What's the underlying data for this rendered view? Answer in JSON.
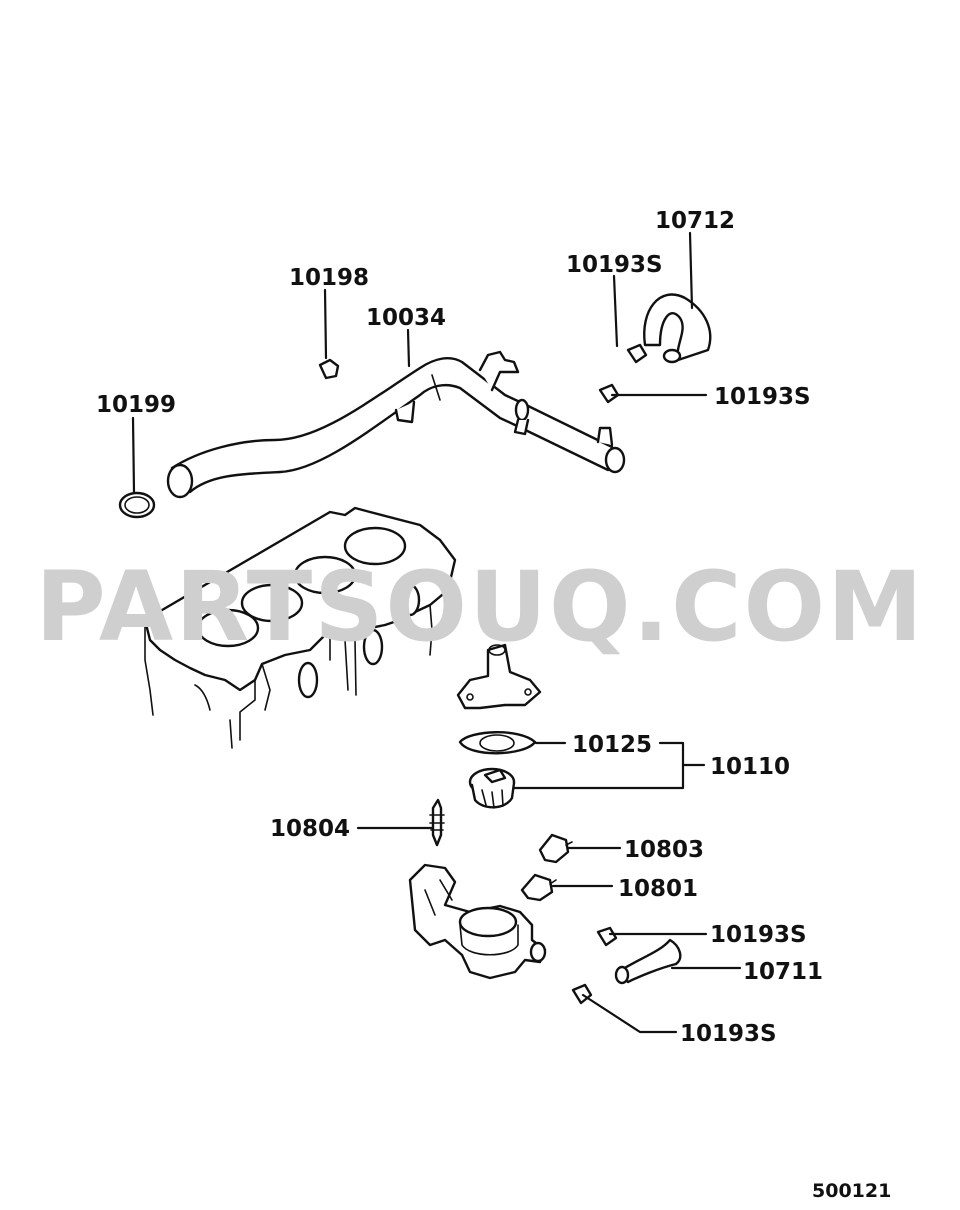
{
  "watermark": "PARTSOUQ.COM",
  "drawing_number": "500121",
  "callouts": {
    "c10712": "10712",
    "c10193s_top": "10193S",
    "c10198": "10198",
    "c10034": "10034",
    "c10199": "10199",
    "c10193s_right": "10193S",
    "c10125": "10125",
    "c10110": "10110",
    "c10804": "10804",
    "c10803": "10803",
    "c10801": "10801",
    "c10193s_lower": "10193S",
    "c10711": "10711",
    "c10193s_bottom": "10193S"
  }
}
